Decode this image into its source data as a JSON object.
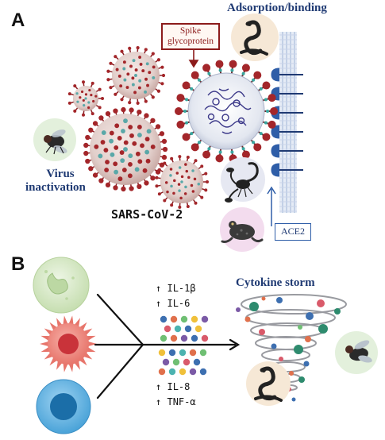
{
  "panel_a": {
    "letter": "A",
    "adsorption_title": "Adsorption/binding",
    "spike_label_line1": "Spike",
    "spike_label_line2": "glycoprotein",
    "virus_inactivation_line1": "Virus",
    "virus_inactivation_line2": "inactivation",
    "virus_name": "SARS-CoV-2",
    "receptor_label": "ACE2",
    "icons": [
      "snake-icon",
      "fly-icon",
      "scorpion-icon",
      "frog-icon"
    ]
  },
  "panel_b": {
    "letter": "B",
    "storm_title": "Cytokine storm",
    "cytokines_up": [
      {
        "arrow": "↑",
        "name": "IL-1β"
      },
      {
        "arrow": "↑",
        "name": "IL-6"
      },
      {
        "arrow": "↑",
        "name": "IL-8"
      },
      {
        "arrow": "↑",
        "name": "TNF-α"
      }
    ],
    "cells": [
      "macrophage-cell-icon",
      "dendritic-cell-icon",
      "lymphocyte-cell-icon"
    ],
    "icons": [
      "fly-icon",
      "snake-icon"
    ]
  },
  "colors": {
    "title_blue": "#1f3a73",
    "virus_red": "#a3262a",
    "spike_box": "#8c1b1b",
    "membrane_blue": "#2f5ea8"
  }
}
